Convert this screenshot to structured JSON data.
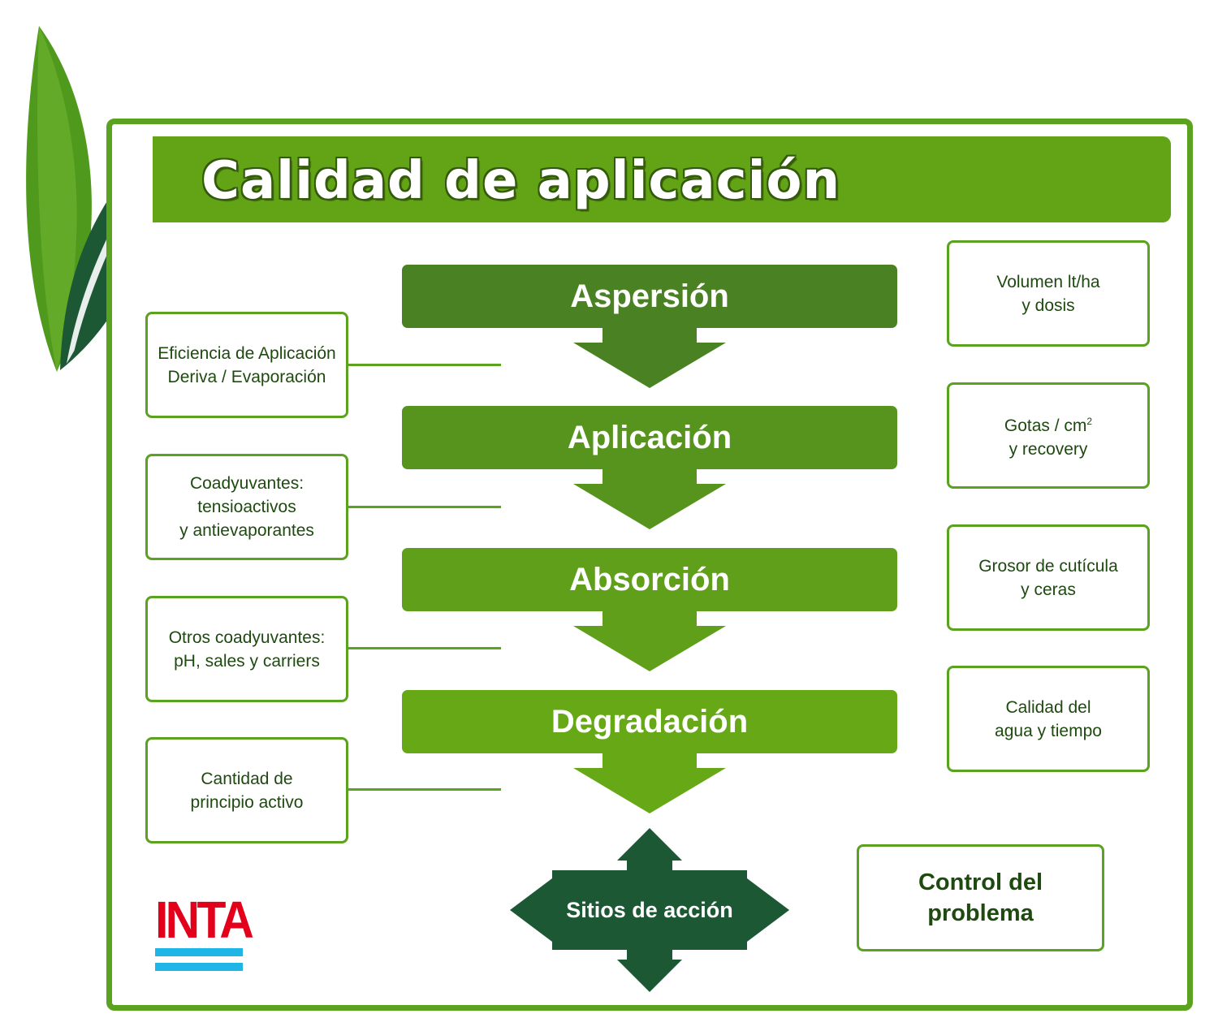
{
  "title": "Calidad de aplicación",
  "colors": {
    "frame": "#5aa21f",
    "header": "#62a415",
    "stage_1": "#4a8223",
    "stage_2": "#56941e",
    "stage_3": "#5f9f1a",
    "stage_4": "#66a816",
    "target": "#1d5834",
    "text_dark_green": "#1e4a10",
    "logo_red": "#e3001b",
    "logo_blue": "#1fb5e6"
  },
  "stages": [
    {
      "label": "Aspersión"
    },
    {
      "label": "Aplicación"
    },
    {
      "label": "Absorción"
    },
    {
      "label": "Degradación"
    }
  ],
  "left_factors": [
    {
      "lines": [
        "Eficiencia de Aplicación",
        "Deriva / Evaporación"
      ]
    },
    {
      "lines": [
        "Coadyuvantes:",
        "tensioactivos",
        "y antievaporantes"
      ]
    },
    {
      "lines": [
        "Otros coadyuvantes:",
        "pH, sales y carriers"
      ]
    },
    {
      "lines": [
        "Cantidad de",
        "principio activo"
      ]
    }
  ],
  "right_factors": [
    {
      "lines": [
        "Volumen lt/ha",
        "y dosis"
      ]
    },
    {
      "lines": [
        "Gotas / cm",
        "y recovery"
      ],
      "superscript": "2"
    },
    {
      "lines": [
        "Grosor de cutícula",
        "y ceras"
      ]
    },
    {
      "lines": [
        "Calidad del",
        "agua y tiempo"
      ]
    }
  ],
  "target": {
    "label": "Sitios de acción"
  },
  "result": {
    "lines": [
      "Control del",
      "problema"
    ]
  },
  "logo": {
    "text": "INTA"
  }
}
